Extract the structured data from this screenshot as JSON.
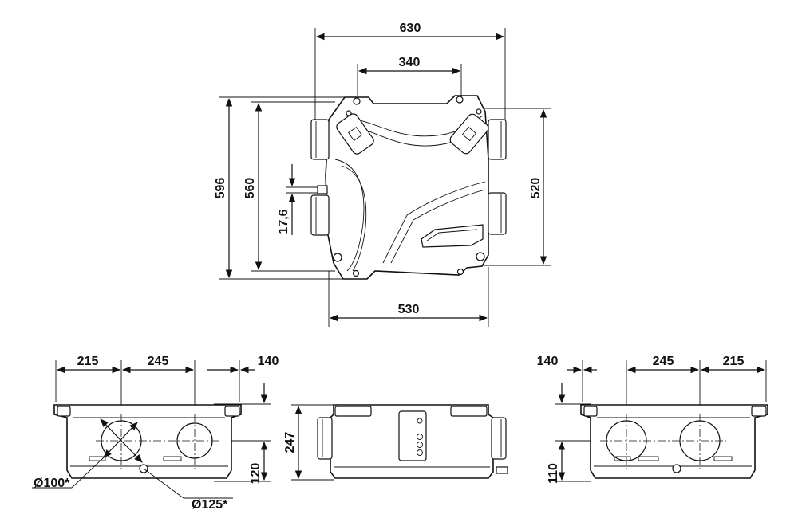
{
  "top_view": {
    "width_overall": "630",
    "width_ports": "340",
    "height_overall": "596",
    "height_body": "560",
    "drain_offset": "17,6",
    "height_ports": "520",
    "width_body": "530"
  },
  "front_left_view": {
    "offset_left": "215",
    "spacing": "245",
    "offset_right": "140",
    "port_height": "120",
    "duct_small": "Ø100*",
    "duct_large": "Ø125*"
  },
  "side_view": {
    "height": "247"
  },
  "front_right_view": {
    "offset_left": "140",
    "spacing": "245",
    "offset_right": "215",
    "port_height": "110"
  }
}
